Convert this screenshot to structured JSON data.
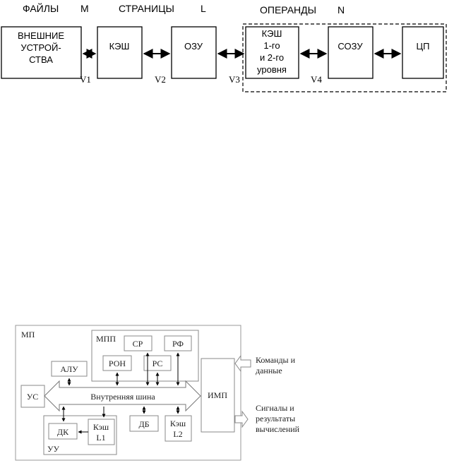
{
  "top_diagram": {
    "headers": {
      "files": "ФАЙЛЫ",
      "files_var": "M",
      "pages": "СТРАНИЦЫ",
      "pages_var": "L",
      "operands": "ОПЕРАНДЫ",
      "operands_var": "N"
    },
    "blocks": {
      "external": [
        "ВНЕШНИЕ",
        "УСТРОЙ-",
        "СТВА"
      ],
      "cache": "КЭШ",
      "ram": "ОЗУ",
      "cache_l12": [
        "КЭШ",
        "1-го",
        "и 2-го",
        "уровня"
      ],
      "sram": "СОЗУ",
      "cpu": "ЦП"
    },
    "links": [
      "V1",
      "V2",
      "V3",
      "V4"
    ]
  },
  "bottom_diagram": {
    "mp": "МП",
    "mpp": "МПП",
    "cr": "СР",
    "rf": "РФ",
    "ron": "РОН",
    "rs": "РС",
    "alu": "АЛУ",
    "us": "УС",
    "bus": "Внутренняя шина",
    "imp": "ИМП",
    "dk": "ДК",
    "cache_l1": [
      "Кэш",
      "L1"
    ],
    "db": "ДБ",
    "cache_l2": [
      "Кэш",
      "L2"
    ],
    "uu": "УУ",
    "commands": [
      "Команды и",
      "данные"
    ],
    "signals": [
      "Сигналы и",
      "результаты",
      "вычислений"
    ]
  }
}
